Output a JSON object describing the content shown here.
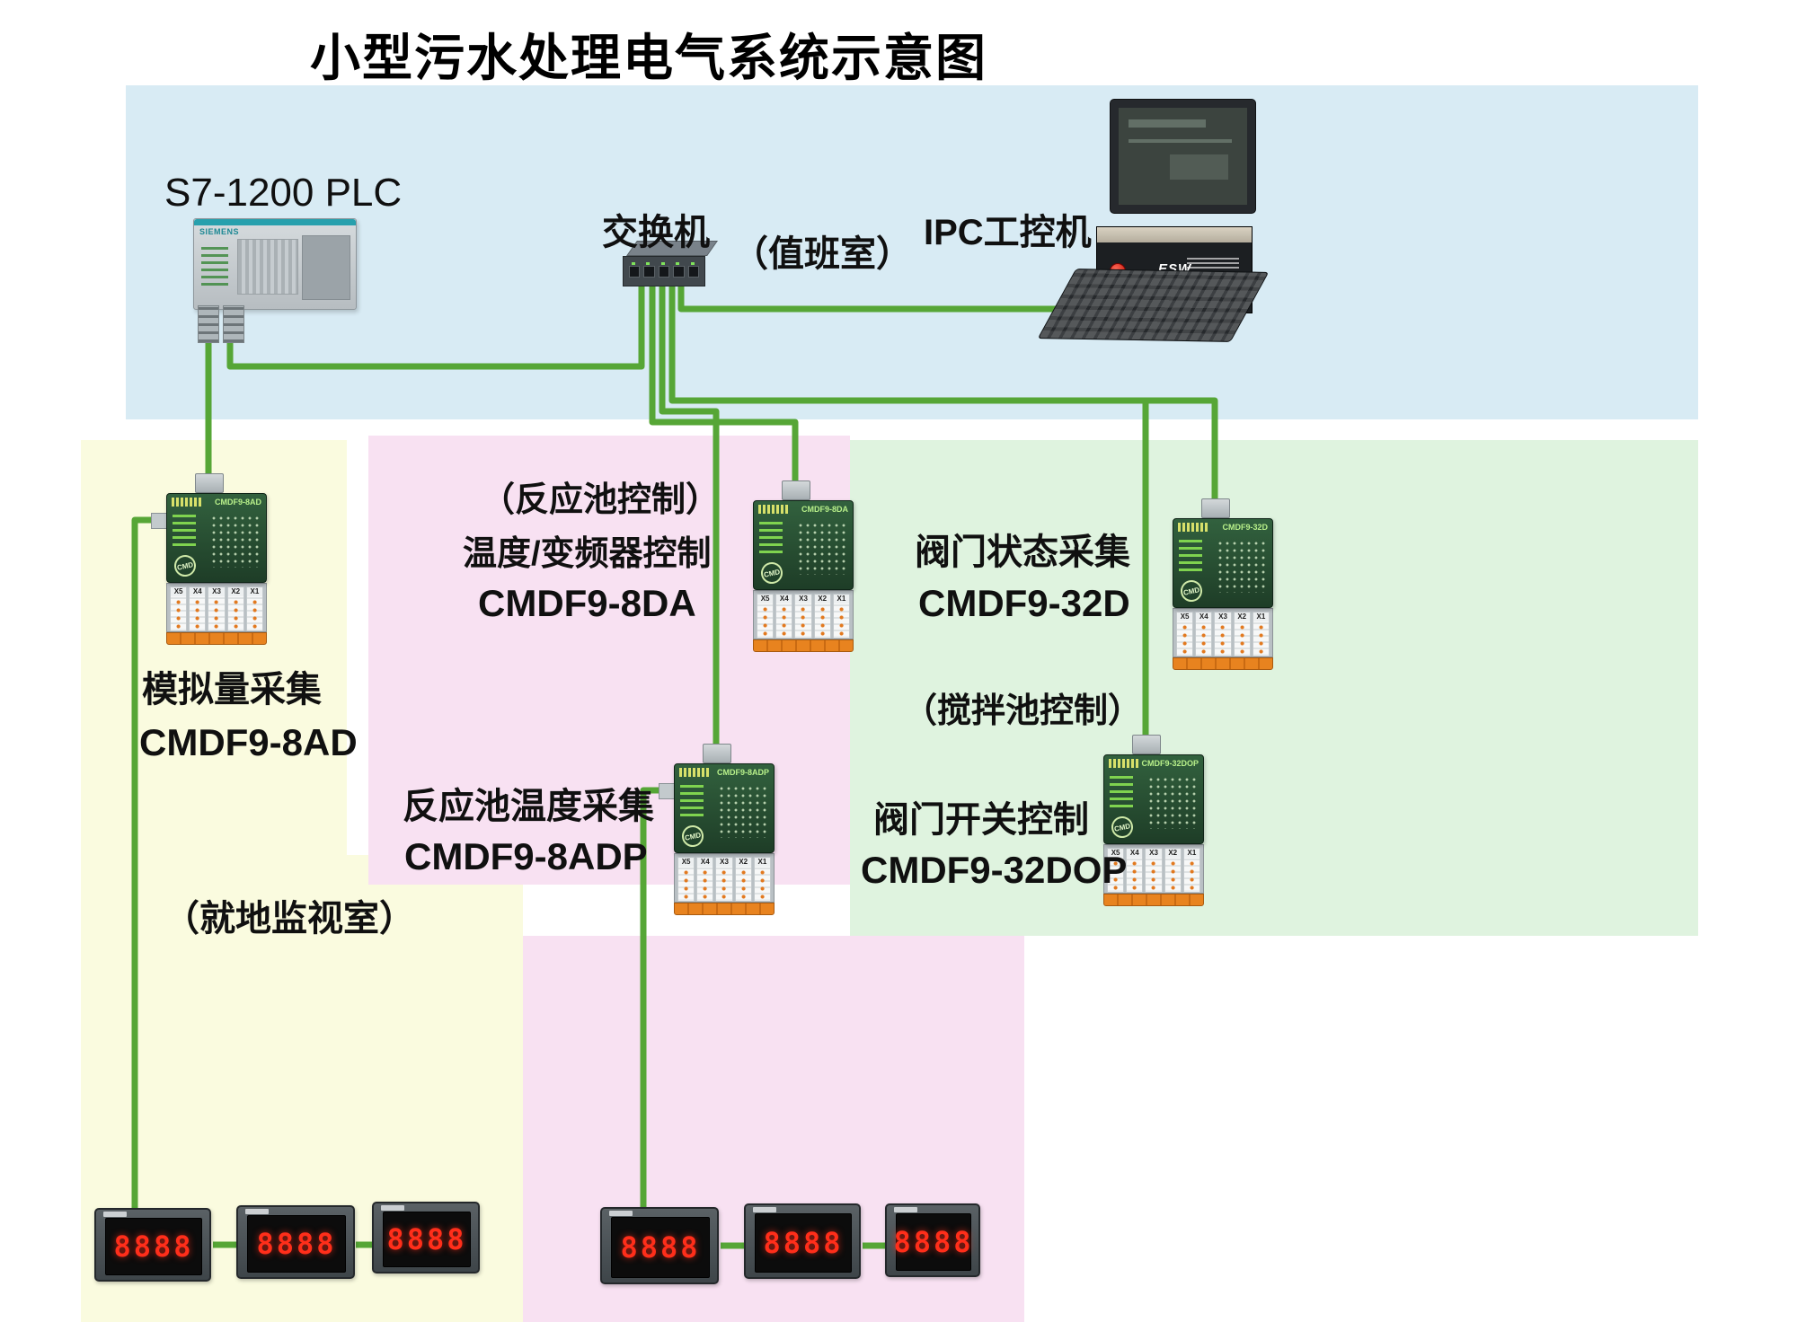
{
  "title": "小型污水处理电气系统示意图",
  "top": {
    "plc_label": "S7-1200  PLC",
    "switch_label": "交换机",
    "duty_room_label": "（值班室）",
    "ipc_label": "IPC工控机",
    "plc_brand": "SIEMENS",
    "ipc_brand": "ESW"
  },
  "zones": {
    "analog": {
      "function": "模拟量采集",
      "model": "CMDF9-8AD",
      "room": "（就地监视室）"
    },
    "reaction": {
      "control": "（反应池控制）",
      "function": "温度/变频器控制",
      "model": "CMDF9-8DA",
      "function2": "反应池温度采集",
      "model2": "CMDF9-8ADP"
    },
    "valve": {
      "function": "阀门状态采集",
      "model": "CMDF9-32D",
      "control": "（搅拌池控制）",
      "function2": "阀门开关控制",
      "model2": "CMDF9-32DOP"
    }
  },
  "modules": {
    "logo_text": "CMD",
    "terminal_labels": [
      "X5",
      "X4",
      "X3",
      "X2",
      "X1"
    ],
    "m8ad": {
      "model": "CMDF9-8AD"
    },
    "m8da": {
      "model": "CMDF9-8DA"
    },
    "m32d": {
      "model": "CMDF9-32D"
    },
    "m8adp": {
      "model": "CMDF9-8ADP"
    },
    "m32dop": {
      "model": "CMDF9-32DOP"
    }
  },
  "meters": {
    "left": [
      "8888",
      "8888",
      "8888"
    ],
    "middle": [
      "8888",
      "8888",
      "8888"
    ]
  },
  "colors": {
    "panel_blue": "#d8ebf4",
    "panel_yellow": "#fafbdf",
    "panel_pink": "#f8e1f2",
    "panel_green": "#dff3df",
    "cable_green": "#56a636",
    "meter_digit_red": "#ff2e1a"
  }
}
